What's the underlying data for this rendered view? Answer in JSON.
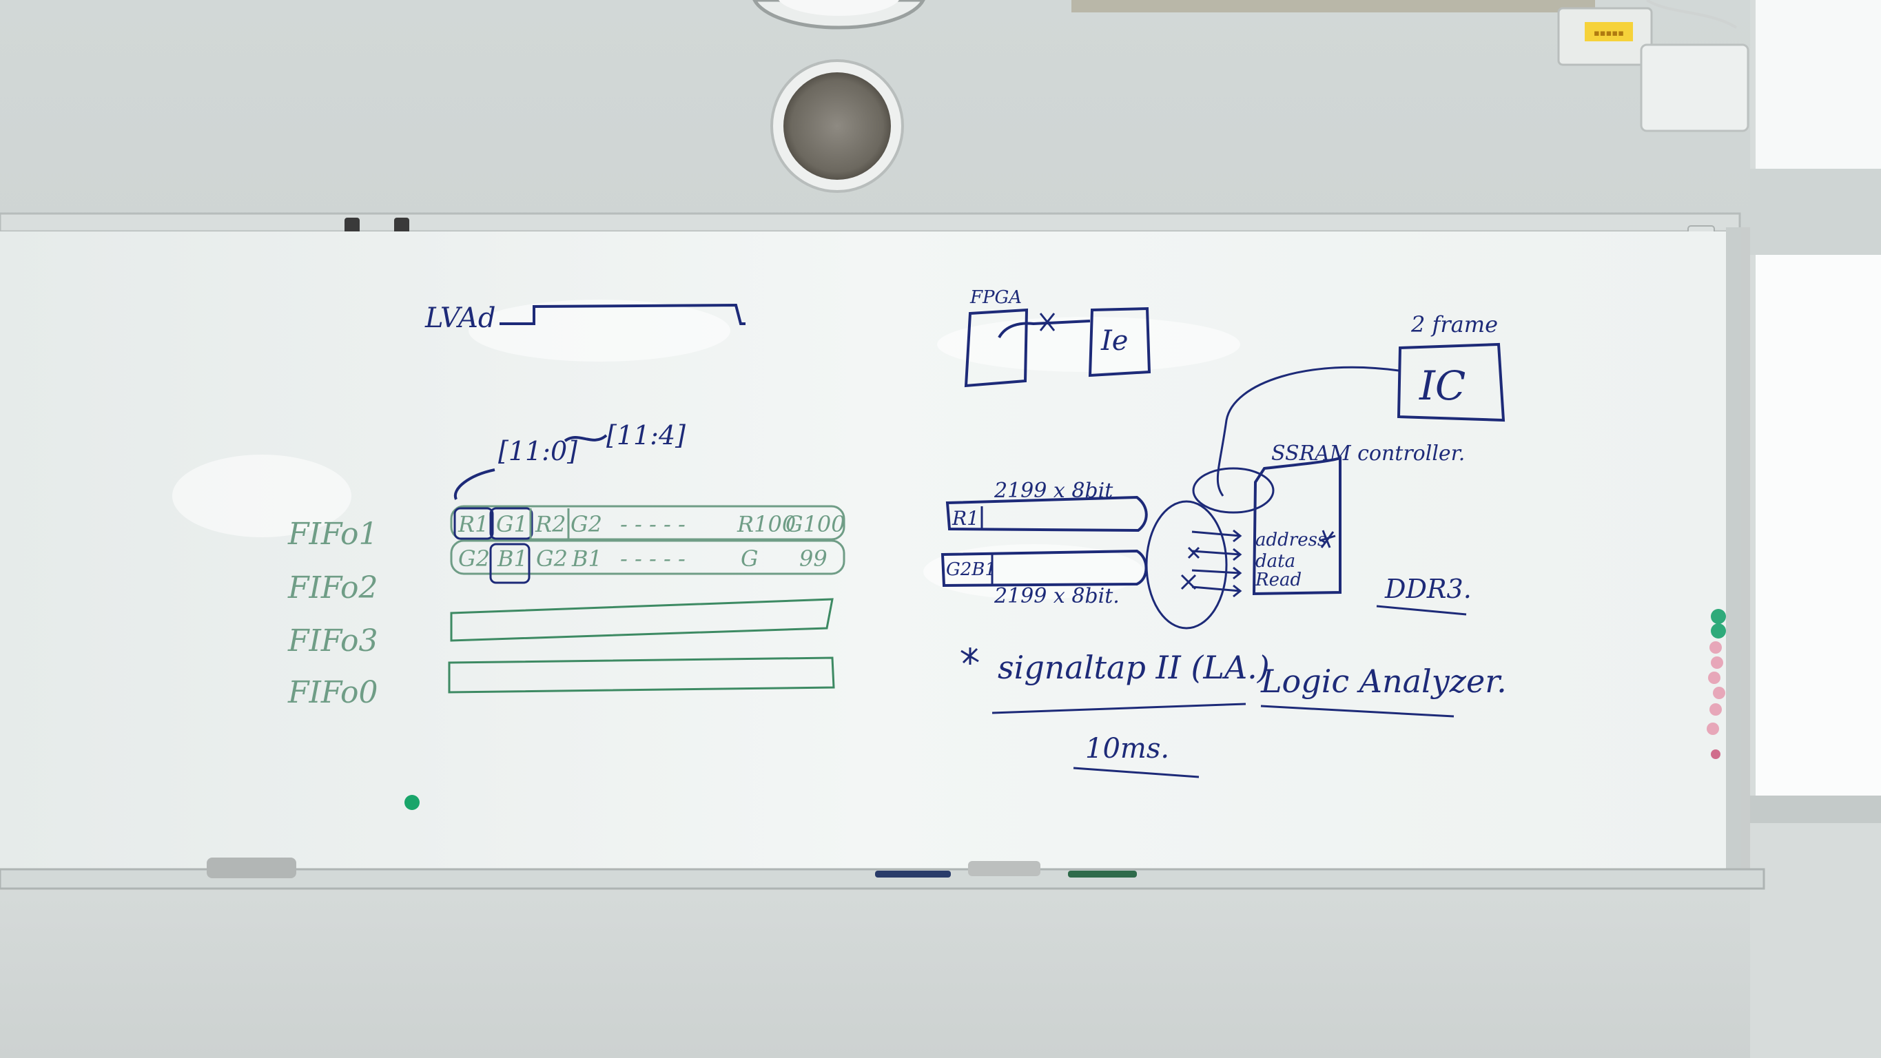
{
  "image": {
    "kind": "photo of a whiteboard",
    "colors": {
      "wall": "#d4d9d8",
      "board": "#f2f5f4",
      "ink_blue": "#1d2a78",
      "ink_green": "#6f9d86",
      "frame": "#bfc6c5"
    }
  },
  "whiteboard": {
    "left_section": {
      "signal_label": "LVAd",
      "bit_range_from": "[11:0]",
      "bit_range_to": "[11:4]",
      "fifo_labels": [
        "FIFo1",
        "FIFo2",
        "FIFo3",
        "FIFo0"
      ],
      "fifo1_cells": [
        "R1",
        "G1",
        "R2",
        "G2",
        "- - - - -",
        "R100",
        "G100"
      ],
      "fifo2_cells": [
        "G2",
        "B1",
        "G2",
        "B1",
        "- - - - -",
        "G",
        "99"
      ]
    },
    "right_section": {
      "fpga_label": "FPGA",
      "ic_small_label": "Ie",
      "ic_large_label": "IC",
      "frame_note": "2 frame",
      "controller_label": "SSRAM controller.",
      "buffer_top_size": "2199 x 8bit",
      "buffer_top_cell": "R1",
      "buffer_bottom_cell": "G2B1",
      "buffer_bottom_size": "2199 x 8bit.",
      "controller_ports": [
        "address",
        "data",
        "Read"
      ],
      "memory_label": "DDR3.",
      "tool_note": "signaltap II (LA.)",
      "analyzer_note": "Logic Analyzer.",
      "timing_note": "10ms."
    }
  }
}
